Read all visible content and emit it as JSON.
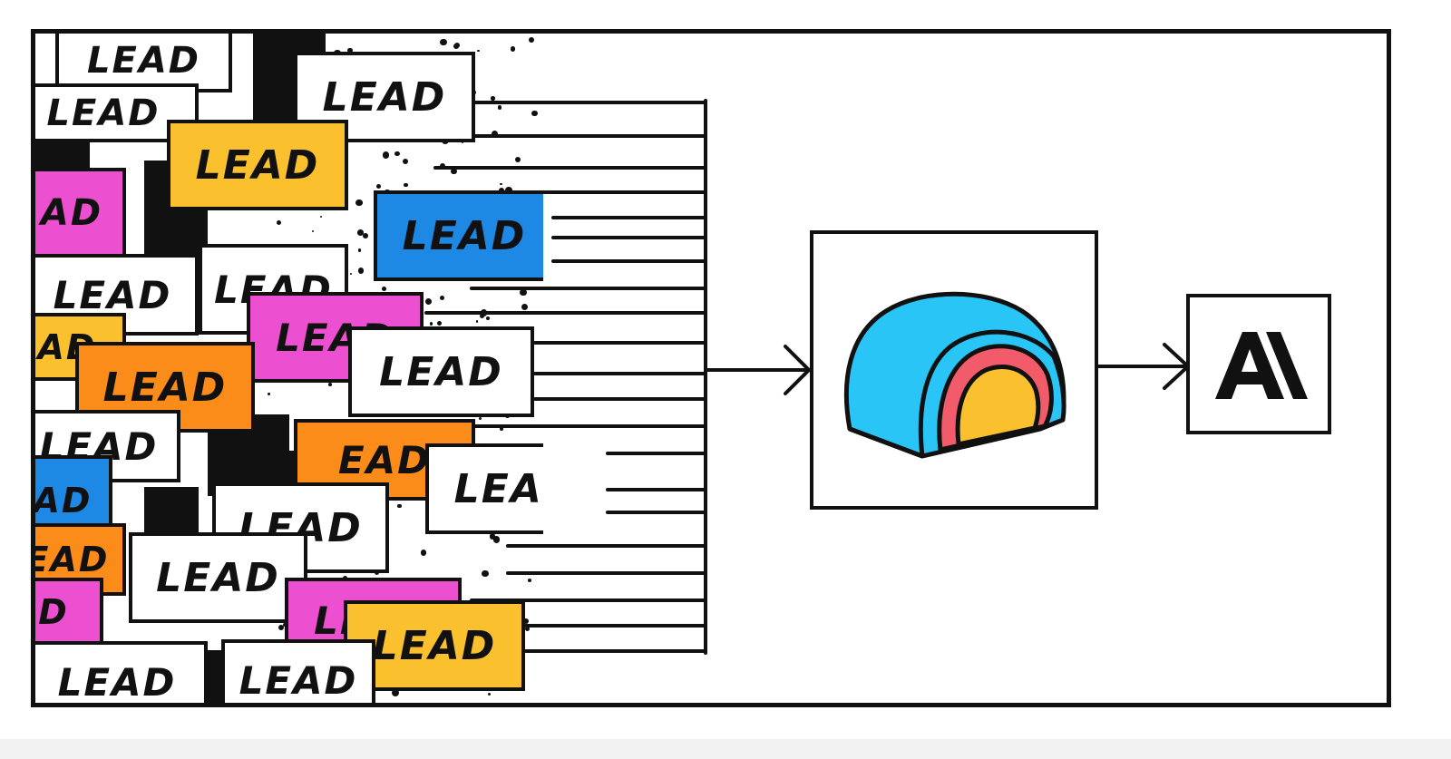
{
  "illustration": {
    "lead_label": "LEAD",
    "lead_tiles": [
      {
        "color": "white",
        "text": "LEAD"
      },
      {
        "color": "white",
        "text": "LEAD"
      },
      {
        "color": "white",
        "text": "LEAD"
      },
      {
        "color": "yellow",
        "text": "LEAD"
      },
      {
        "color": "pink",
        "text": "AD"
      },
      {
        "color": "blue",
        "text": "LEAD"
      },
      {
        "color": "white",
        "text": "LEAD"
      },
      {
        "color": "white",
        "text": "LEAD"
      },
      {
        "color": "pink",
        "text": "LEAD"
      },
      {
        "color": "yellow",
        "text": "AD"
      },
      {
        "color": "orange",
        "text": "LEAD"
      },
      {
        "color": "white",
        "text": "LEAD"
      },
      {
        "color": "orange",
        "text": "EAD"
      },
      {
        "color": "white",
        "text": "LEAD"
      },
      {
        "color": "blue",
        "text": "AD"
      },
      {
        "color": "white",
        "text": "LEAD"
      },
      {
        "color": "white",
        "text": "LEAD"
      },
      {
        "color": "orange",
        "text": "EAD"
      },
      {
        "color": "white",
        "text": "LEAD"
      },
      {
        "color": "pink",
        "text": "LEAD"
      },
      {
        "color": "pink",
        "text": "D"
      },
      {
        "color": "yellow",
        "text": "LEAD"
      },
      {
        "color": "white",
        "text": "LEAD"
      },
      {
        "color": "white",
        "text": "LEAD"
      }
    ],
    "process_icon": "rainbow-tunnel-icon",
    "logo_icon": "anthropic-logo-icon",
    "colors": {
      "outline": "#111111",
      "yellow": "#fbc02d",
      "blue": "#1e88e5",
      "pink": "#ec4fd0",
      "orange": "#fb8c1a",
      "tunnel_outer": "#29c5f6",
      "tunnel_mid": "#f25c6a",
      "tunnel_inner": "#fbc02d"
    }
  }
}
